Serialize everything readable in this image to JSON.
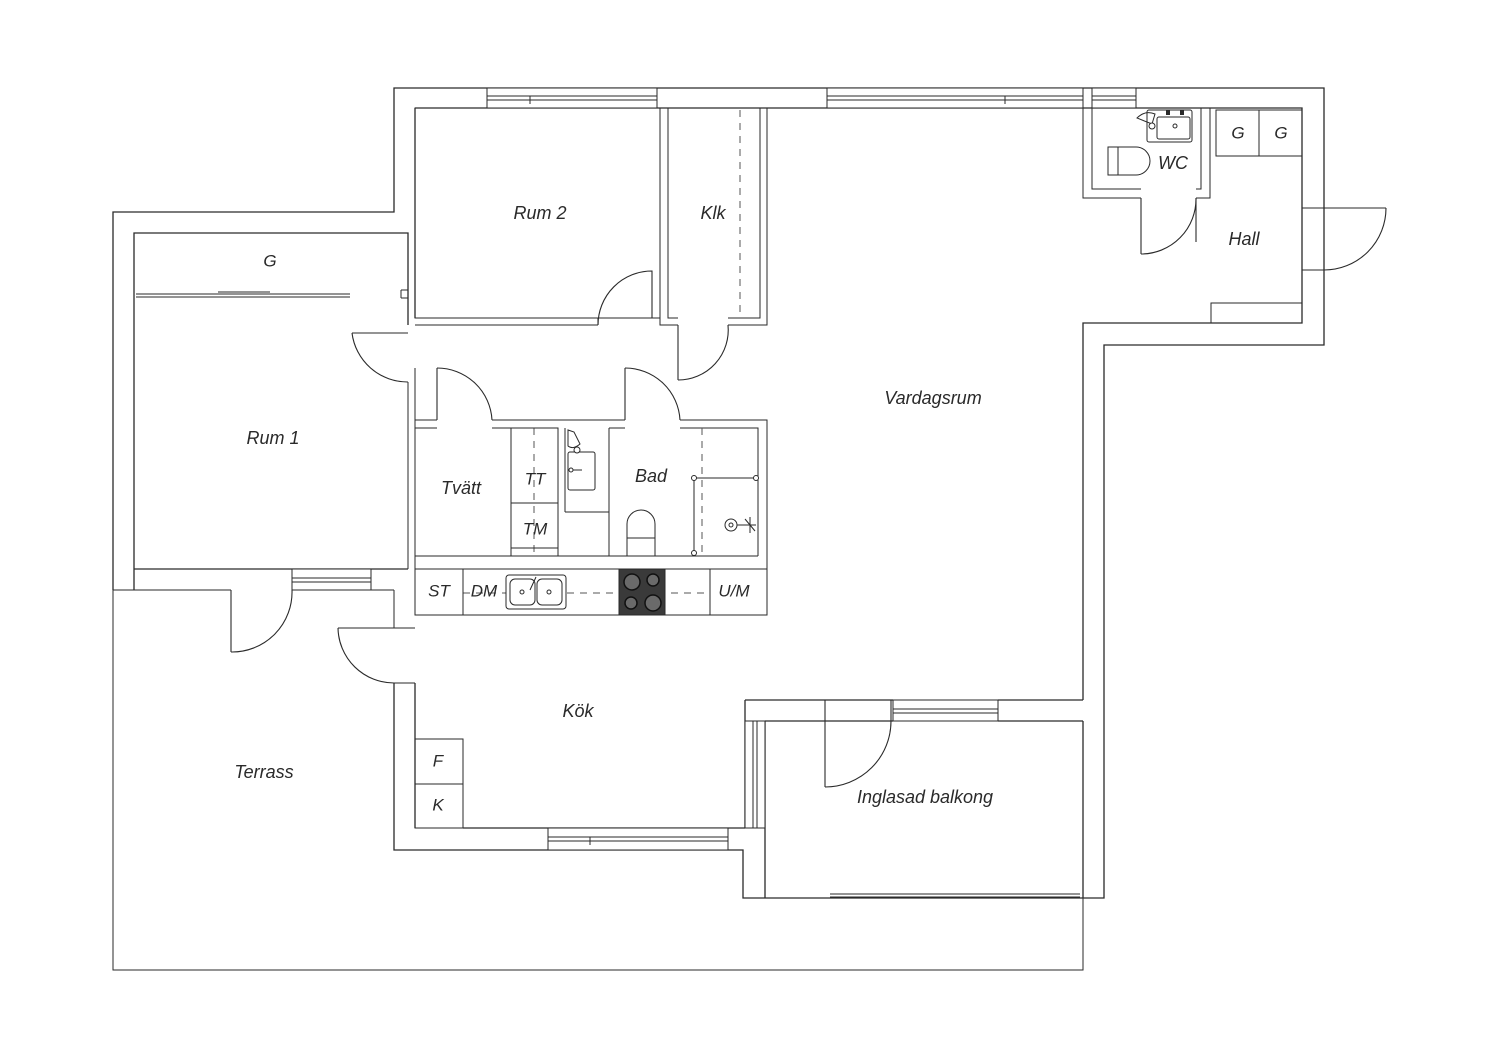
{
  "rooms": {
    "rum1": "Rum 1",
    "rum2": "Rum 2",
    "klk": "Klk",
    "vardagsrum": "Vardagsrum",
    "wc": "WC",
    "hall": "Hall",
    "tvatt": "Tvätt",
    "bad": "Bad",
    "kok": "Kök",
    "terrass": "Terrass",
    "balkong": "Inglasad balkong"
  },
  "fixtures": {
    "g_rum1": "G",
    "g_hall_1": "G",
    "g_hall_2": "G",
    "tt": "TT",
    "tm": "TM",
    "st": "ST",
    "dm": "DM",
    "um": "U/M",
    "f": "F",
    "k": "K"
  }
}
